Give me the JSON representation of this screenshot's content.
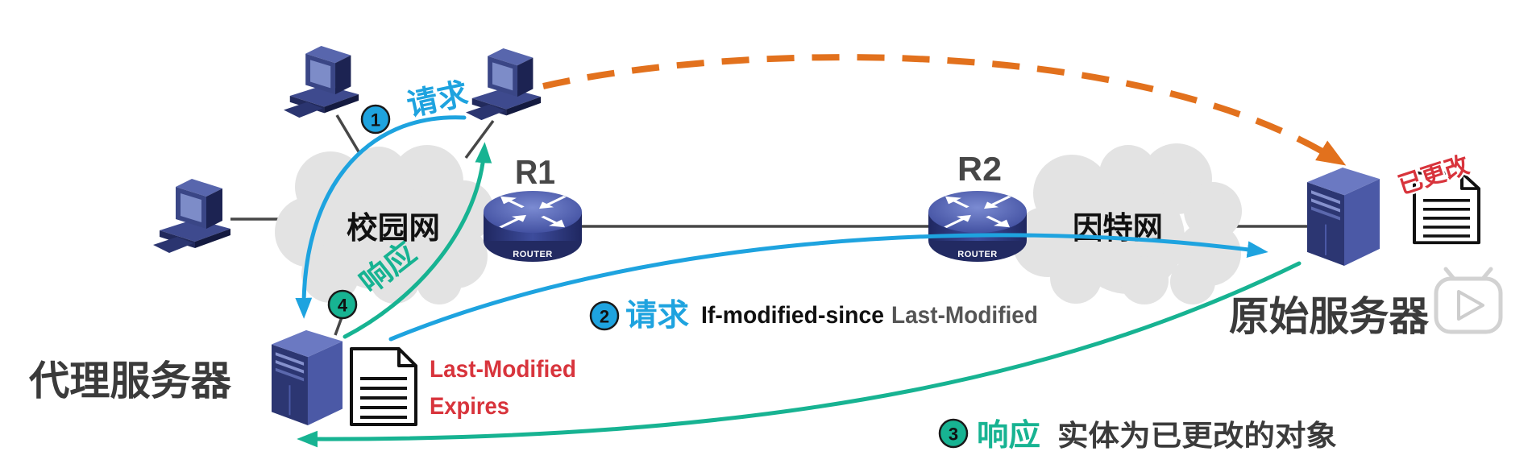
{
  "diagram": {
    "campus_network_label": "校园网",
    "internet_label": "因特网",
    "router1": {
      "label": "R1",
      "badge": "ROUTER"
    },
    "router2": {
      "label": "R2",
      "badge": "ROUTER"
    },
    "proxy_server_label": "代理服务器",
    "origin_server_label": "原始服务器",
    "proxy_document": {
      "line1": "Last-Modified",
      "line2": "Expires"
    },
    "origin_document_stamp": "已更改",
    "steps": [
      {
        "number": "1",
        "label": "请求"
      },
      {
        "number": "2",
        "label": "请求",
        "header": "If-modified-since",
        "value": "Last-Modified"
      },
      {
        "number": "3",
        "label": "响应",
        "detail": "实体为已更改的对象"
      },
      {
        "number": "4",
        "label": "响应"
      }
    ]
  },
  "icons": {
    "computer": "desktop-computer-icon",
    "router": "router-icon",
    "server": "server-icon",
    "document": "document-icon",
    "play": "play-icon"
  },
  "colors": {
    "request_blue": "#1ea3df",
    "response_green": "#17b392",
    "conditional_orange": "#e2711d",
    "modified_red": "#d8343c",
    "label_dark": "#3b3b3b",
    "cloud_grey": "#e3e3e3",
    "device_navy": "#2f3a7c"
  }
}
